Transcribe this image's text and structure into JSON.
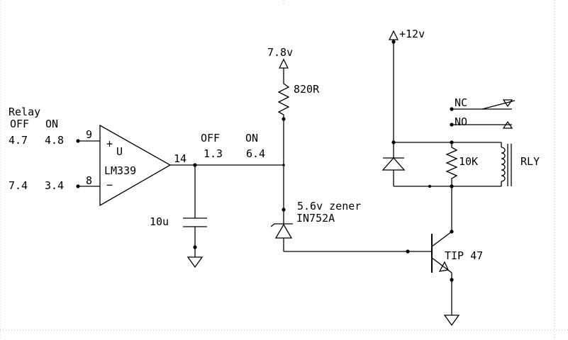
{
  "labels": {
    "relay": "Relay",
    "off": "OFF",
    "on": "ON",
    "pin9_off": "4.7",
    "pin9_on": "4.8",
    "pin9": "9",
    "pin8_off": "7.4",
    "pin8_on": "3.4",
    "pin8": "8",
    "plus": "+",
    "u": "U",
    "minus": "−",
    "opamp": "LM339",
    "pin14": "14",
    "out_off_label": "OFF",
    "out_on_label": "ON",
    "out_off_val": "1.3",
    "out_on_val": "6.4",
    "cap": "10u",
    "supply_78": "7.8v",
    "res_820": "820R",
    "zener_desc": "5.6v zener",
    "zener_part": "IN752A",
    "supply_12": "+12v",
    "nc": "NC",
    "no": "NO",
    "res_10k": "10K",
    "rly": "RLY",
    "transistor": "TIP 47"
  }
}
